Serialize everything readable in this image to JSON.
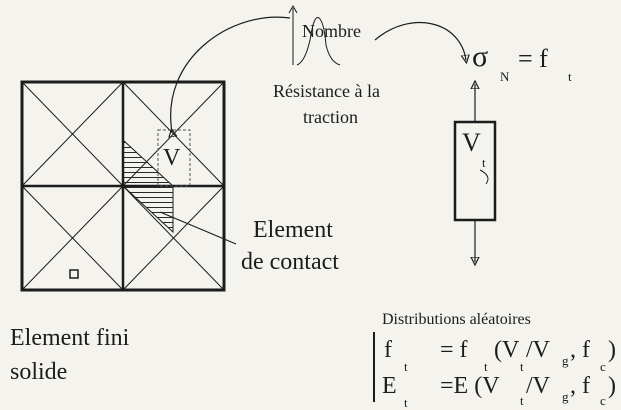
{
  "histogram": {
    "label_top": "Nombre",
    "label_resistance_1": "Résistance à la",
    "label_resistance_2": "traction"
  },
  "sigma_eq": {
    "sigma": "σ",
    "sub_N": "N",
    "equals": "= f",
    "sub_t": "t"
  },
  "volume": {
    "V": "V",
    "sub_t": "t"
  },
  "hatched_label": "V",
  "contact": {
    "line1": "Element",
    "line2": "de contact"
  },
  "solid": {
    "line1": "Element fini",
    "line2": "solide"
  },
  "distributions": {
    "title": "Distributions aléatoires",
    "row1": {
      "lhs": "f",
      "lhs_sub": "t",
      "eq": "= f",
      "eq_sub": "t",
      "args_open": "(V",
      "args_sub1": "t",
      "args_slash": "/V",
      "args_sub2": "g",
      "args_comma": ", f",
      "args_sub3": "c",
      "args_close": ")"
    },
    "row2": {
      "lhs": "E",
      "lhs_sub": "t",
      "eq": "=E (V",
      "args_sub1": "t",
      "args_slash": "/V",
      "args_sub2": "g",
      "args_comma": ", f",
      "args_sub3": "c",
      "args_close": ")"
    }
  }
}
